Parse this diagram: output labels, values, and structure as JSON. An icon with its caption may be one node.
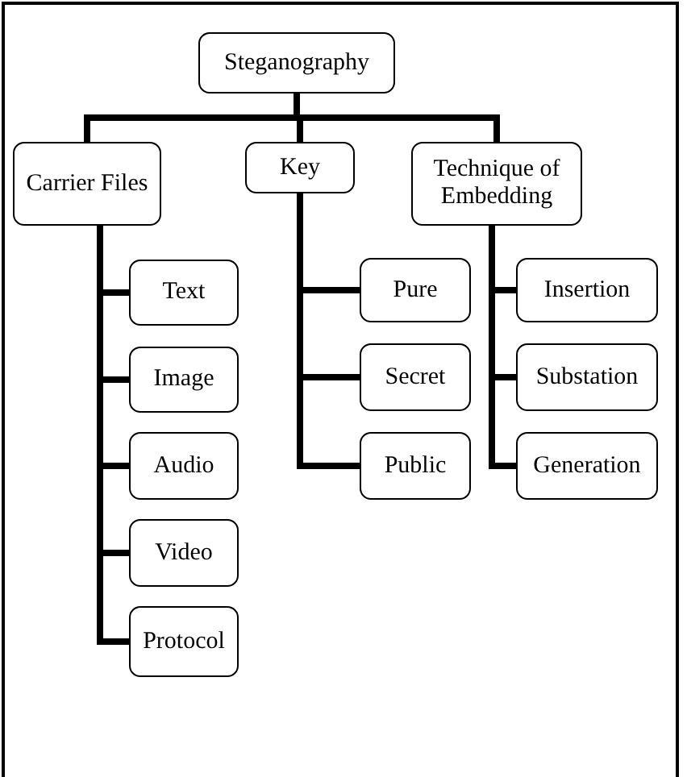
{
  "diagram": {
    "nodes": [
      {
        "text": [
          "Steganography"
        ]
      },
      {
        "text": [
          "Carrier Files"
        ]
      },
      {
        "text": [
          "Key"
        ]
      },
      {
        "text": [
          "Technique of Embedding"
        ]
      },
      {
        "text": [
          "Text"
        ]
      },
      {
        "text": [
          "Image"
        ]
      },
      {
        "text": [
          "Audio"
        ]
      },
      {
        "text": [
          "Video"
        ]
      },
      {
        "text": [
          "Protocol"
        ]
      },
      {
        "text": [
          "Pure"
        ]
      },
      {
        "text": [
          "Secret"
        ]
      },
      {
        "text": [
          "Public"
        ]
      },
      {
        "text": [
          "Insertion"
        ]
      },
      {
        "text": [
          "Substation"
        ]
      },
      {
        "text": [
          "Generation"
        ]
      }
    ],
    "edges": [
      {
        "from": 0,
        "to": 1,
        "arrow": "none"
      },
      {
        "from": 0,
        "to": 2,
        "arrow": "none"
      },
      {
        "from": 0,
        "to": 3,
        "arrow": "none"
      },
      {
        "from": 1,
        "to": 4,
        "arrow": "none"
      },
      {
        "from": 1,
        "to": 5,
        "arrow": "none"
      },
      {
        "from": 1,
        "to": 6,
        "arrow": "none"
      },
      {
        "from": 1,
        "to": 7,
        "arrow": "none"
      },
      {
        "from": 1,
        "to": 8,
        "arrow": "none"
      },
      {
        "from": 2,
        "to": 9,
        "arrow": "none"
      },
      {
        "from": 2,
        "to": 10,
        "arrow": "none"
      },
      {
        "from": 2,
        "to": 11,
        "arrow": "none"
      },
      {
        "from": 3,
        "to": 12,
        "arrow": "none"
      },
      {
        "from": 3,
        "to": 13,
        "arrow": "none"
      },
      {
        "from": 3,
        "to": 14,
        "arrow": "none"
      }
    ]
  }
}
